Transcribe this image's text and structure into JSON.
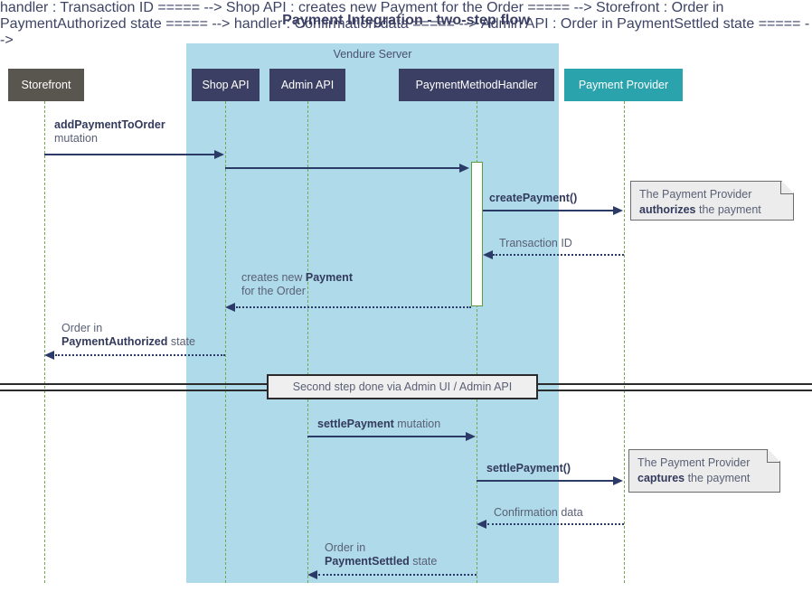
{
  "title": "Payment Integration - two-step flow",
  "group": {
    "label": "Vendure Server"
  },
  "participants": [
    {
      "name": "storefront",
      "label": "Storefront",
      "color": "#59554f"
    },
    {
      "name": "shop-api",
      "label": "Shop API",
      "color": "#3b3f63"
    },
    {
      "name": "admin-api",
      "label": "Admin API",
      "color": "#3b3f63"
    },
    {
      "name": "payment-method-handler",
      "label": "PaymentMethodHandler",
      "color": "#3b3f63"
    },
    {
      "name": "payment-provider",
      "label": "Payment Provider",
      "color": "#2aa3ad"
    }
  ],
  "messages": [
    {
      "name": "add-payment-to-order",
      "line1": "addPaymentToOrder",
      "line1_bold": true,
      "line2": "mutation"
    },
    {
      "name": "shop-to-handler",
      "line1": "",
      "line2": ""
    },
    {
      "name": "create-payment",
      "line1": "createPayment()",
      "line1_bold": true,
      "line2": ""
    },
    {
      "name": "transaction-id",
      "line1": "Transaction ID",
      "line1_bold": false,
      "line2": ""
    },
    {
      "name": "creates-new-payment",
      "line1": "creates new Payment",
      "line1_bold": false,
      "line2": "for the Order"
    },
    {
      "name": "order-payment-authorized",
      "line1": "Order in",
      "line1_bold": false,
      "line2": "PaymentAuthorized state"
    },
    {
      "name": "settle-payment-mutation",
      "line1": "settlePayment mutation",
      "line1_bold": false,
      "line2": ""
    },
    {
      "name": "settle-payment-call",
      "line1": "settlePayment()",
      "line1_bold": true,
      "line2": ""
    },
    {
      "name": "confirmation-data",
      "line1": "Confirmation data",
      "line1_bold": false,
      "line2": ""
    },
    {
      "name": "order-payment-settled",
      "line1": "Order in",
      "line1_bold": false,
      "line2": "PaymentSettled state"
    }
  ],
  "labels": {
    "add_payment_bold": "addPaymentToOrder",
    "add_payment_rest": "mutation",
    "create_payment": "createPayment()",
    "transaction_id": "Transaction ID",
    "creates_new_pre": "creates new ",
    "creates_new_bold": "Payment",
    "creates_new_line2": "for the Order",
    "order_in": "Order in",
    "payment_authorized_bold": "PaymentAuthorized",
    "payment_authorized_rest": " state",
    "settle_payment_bold": "settlePayment",
    "settle_payment_rest": " mutation",
    "settle_payment_call": "settlePayment()",
    "confirmation_data": "Confirmation data",
    "payment_settled_bold": "PaymentSettled",
    "payment_settled_rest": " state"
  },
  "notes": [
    {
      "name": "note-authorizes",
      "line1": "The Payment Provider",
      "bold": "authorizes",
      "rest": " the payment"
    },
    {
      "name": "note-captures",
      "line1": "The Payment Provider",
      "bold": "captures",
      "rest": " the payment"
    }
  ],
  "divider": {
    "label": "Second step done via Admin UI / Admin API"
  },
  "colors": {
    "group_fill": "#aedae9",
    "actor_dark": "#3b3f63",
    "actor_grey": "#59554f",
    "actor_teal": "#2aa3ad",
    "lifeline": "#76a851",
    "arrow": "#2b3a67",
    "note_fill": "#ececec",
    "text": "#5a6075"
  }
}
